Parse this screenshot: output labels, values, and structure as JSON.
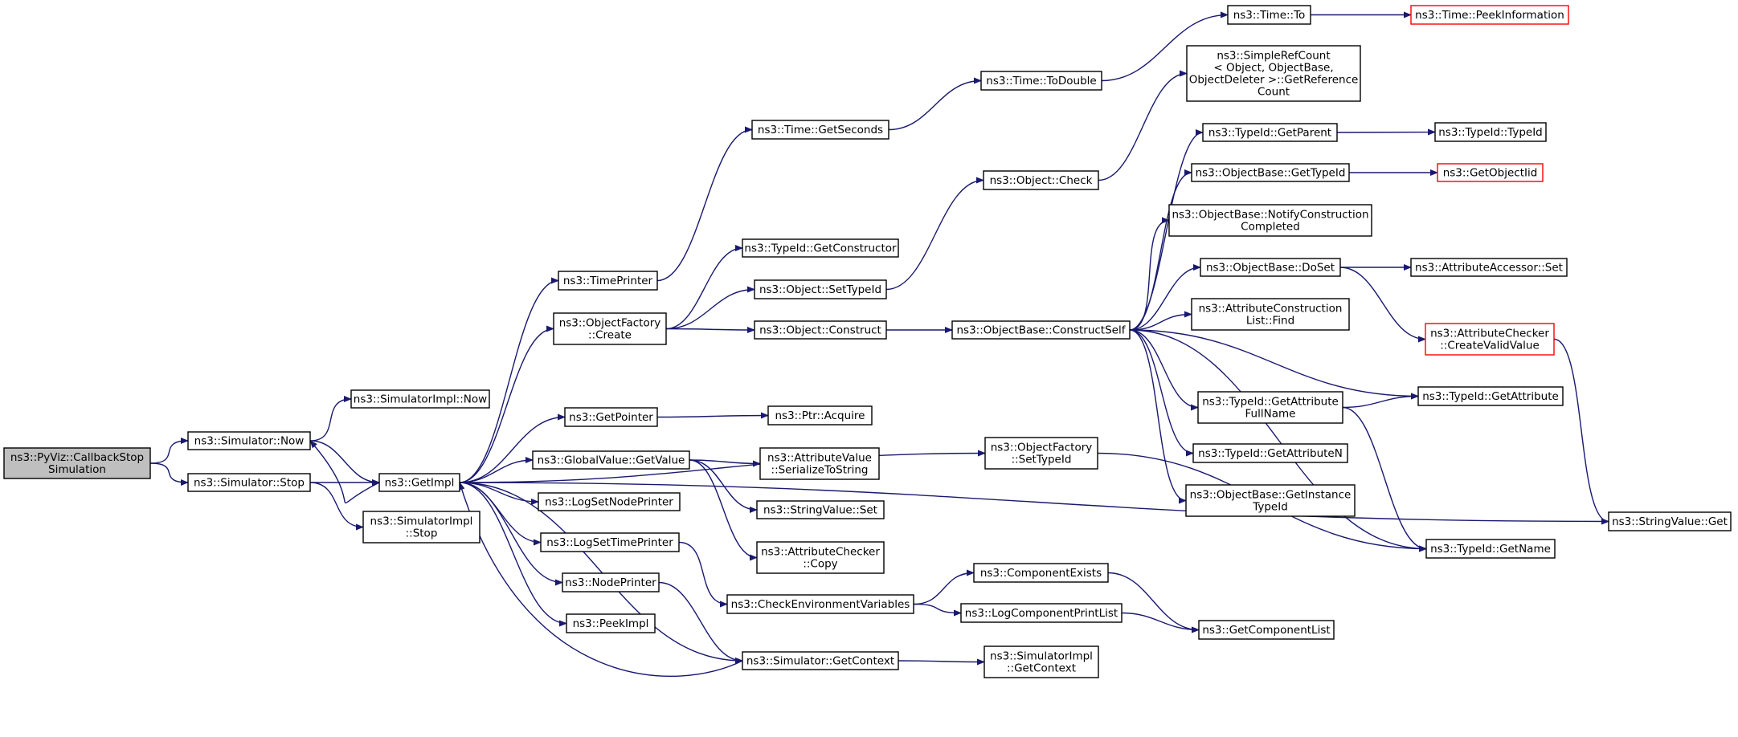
{
  "colors": {
    "edge": "#191970",
    "node_border": "#000000",
    "node_fill": "#ffffff",
    "root_fill": "#bfbfbf",
    "truncated_border": "#ff0000"
  },
  "nodes": {
    "callbackstop": {
      "lines": [
        "ns3::PyViz::CallbackStop",
        "Simulation"
      ],
      "kind": "root"
    },
    "sim_now": {
      "lines": [
        "ns3::Simulator::Now"
      ]
    },
    "sim_stop": {
      "lines": [
        "ns3::Simulator::Stop"
      ]
    },
    "simimpl_now": {
      "lines": [
        "ns3::SimulatorImpl::Now"
      ]
    },
    "simimpl_stop": {
      "lines": [
        "ns3::SimulatorImpl",
        "::Stop"
      ]
    },
    "getimpl": {
      "lines": [
        "ns3::GetImpl"
      ]
    },
    "timeprinter": {
      "lines": [
        "ns3::TimePrinter"
      ]
    },
    "objfactory_create": {
      "lines": [
        "ns3::ObjectFactory",
        "::Create"
      ]
    },
    "getpointer": {
      "lines": [
        "ns3::GetPointer"
      ]
    },
    "globalvalue_getvalue": {
      "lines": [
        "ns3::GlobalValue::GetValue"
      ]
    },
    "logsetnodeprinter": {
      "lines": [
        "ns3::LogSetNodePrinter"
      ]
    },
    "logsettimeprinter": {
      "lines": [
        "ns3::LogSetTimePrinter"
      ]
    },
    "nodeprinter": {
      "lines": [
        "ns3::NodePrinter"
      ]
    },
    "peekimpl": {
      "lines": [
        "ns3::PeekImpl"
      ]
    },
    "time_getseconds": {
      "lines": [
        "ns3::Time::GetSeconds"
      ]
    },
    "typeid_getconstructor": {
      "lines": [
        "ns3::TypeId::GetConstructor"
      ]
    },
    "object_settypeid": {
      "lines": [
        "ns3::Object::SetTypeId"
      ]
    },
    "object_construct": {
      "lines": [
        "ns3::Object::Construct"
      ]
    },
    "ptr_acquire": {
      "lines": [
        "ns3::Ptr::Acquire"
      ]
    },
    "attrvalue_serialize": {
      "lines": [
        "ns3::AttributeValue",
        "::SerializeToString"
      ]
    },
    "stringvalue_set": {
      "lines": [
        "ns3::StringValue::Set"
      ]
    },
    "attrchecker_copy": {
      "lines": [
        "ns3::AttributeChecker",
        "::Copy"
      ]
    },
    "checkenv": {
      "lines": [
        "ns3::CheckEnvironmentVariables"
      ]
    },
    "sim_getcontext": {
      "lines": [
        "ns3::Simulator::GetContext"
      ]
    },
    "time_todouble": {
      "lines": [
        "ns3::Time::ToDouble"
      ]
    },
    "object_check": {
      "lines": [
        "ns3::Object::Check"
      ]
    },
    "objbase_constructself": {
      "lines": [
        "ns3::ObjectBase::ConstructSelf"
      ]
    },
    "objfactory_settypeid": {
      "lines": [
        "ns3::ObjectFactory",
        "::SetTypeId"
      ]
    },
    "componentexists": {
      "lines": [
        "ns3::ComponentExists"
      ]
    },
    "logcomponentprintlist": {
      "lines": [
        "ns3::LogComponentPrintList"
      ]
    },
    "simimpl_getcontext": {
      "lines": [
        "ns3::SimulatorImpl",
        "::GetContext"
      ]
    },
    "time_to": {
      "lines": [
        "ns3::Time::To"
      ]
    },
    "simplerefcount": {
      "lines": [
        "ns3::SimpleRefCount",
        "< Object, ObjectBase,",
        " ObjectDeleter >::GetReference",
        "Count"
      ]
    },
    "typeid_getparent": {
      "lines": [
        "ns3::TypeId::GetParent"
      ]
    },
    "objbase_gettypeid": {
      "lines": [
        "ns3::ObjectBase::GetTypeId"
      ]
    },
    "objbase_notify": {
      "lines": [
        "ns3::ObjectBase::NotifyConstruction",
        "Completed"
      ]
    },
    "objbase_doset": {
      "lines": [
        "ns3::ObjectBase::DoSet"
      ]
    },
    "attrconstructionlist_find": {
      "lines": [
        "ns3::AttributeConstruction",
        "List::Find"
      ]
    },
    "typeid_getattributefullname": {
      "lines": [
        "ns3::TypeId::GetAttribute",
        "FullName"
      ]
    },
    "typeid_getattributen": {
      "lines": [
        "ns3::TypeId::GetAttributeN"
      ]
    },
    "objbase_getinstancetypeid": {
      "lines": [
        "ns3::ObjectBase::GetInstance",
        "TypeId"
      ]
    },
    "getcomponentlist": {
      "lines": [
        "ns3::GetComponentList"
      ]
    },
    "time_peekinformation": {
      "lines": [
        "ns3::Time::PeekInformation"
      ],
      "kind": "truncated"
    },
    "typeid_typeid": {
      "lines": [
        "ns3::TypeId::TypeId"
      ]
    },
    "getobjectiid": {
      "lines": [
        "ns3::GetObjectIid"
      ],
      "kind": "truncated"
    },
    "attraccessor_set": {
      "lines": [
        "ns3::AttributeAccessor::Set"
      ]
    },
    "attrchecker_createvalidvalue": {
      "lines": [
        "ns3::AttributeChecker",
        "::CreateValidValue"
      ],
      "kind": "truncated"
    },
    "typeid_getattribute": {
      "lines": [
        "ns3::TypeId::GetAttribute"
      ]
    },
    "typeid_getname": {
      "lines": [
        "ns3::TypeId::GetName"
      ]
    },
    "stringvalue_get": {
      "lines": [
        "ns3::StringValue::Get"
      ]
    }
  }
}
